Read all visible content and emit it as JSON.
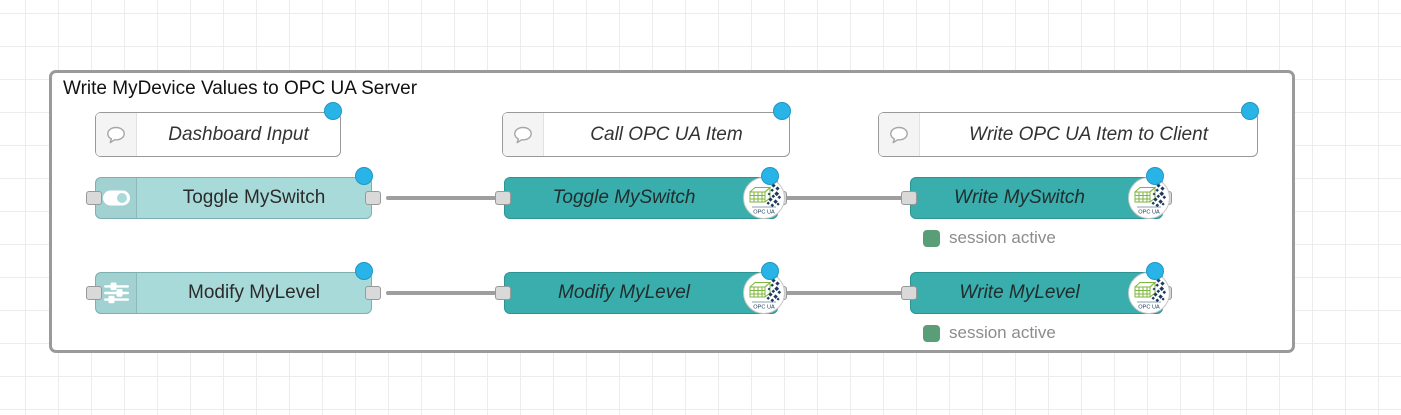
{
  "group": {
    "title": "Write MyDevice Values to OPC UA Server"
  },
  "comments": [
    {
      "label": "Dashboard Input"
    },
    {
      "label": "Call OPC UA Item"
    },
    {
      "label": "Write OPC UA Item to Client"
    }
  ],
  "dashboard_nodes": [
    {
      "label": "Toggle MySwitch",
      "icon": "toggle-on-icon"
    },
    {
      "label": "Modify MyLevel",
      "icon": "sliders-icon"
    }
  ],
  "call_nodes": [
    {
      "label": "Toggle MySwitch",
      "icon": "opcua-logo-icon"
    },
    {
      "label": "Modify MyLevel",
      "icon": "opcua-logo-icon"
    }
  ],
  "write_nodes": [
    {
      "label": "Write MySwitch",
      "status": "session active",
      "icon": "opcua-logo-icon"
    },
    {
      "label": "Write MyLevel",
      "status": "session active",
      "icon": "opcua-logo-icon"
    }
  ],
  "badge_label": "OPC UA",
  "colors": {
    "dashboard_node_fill": "#a9dada",
    "opcua_node_fill": "#3aadad",
    "changed_indicator": "#29b4e8",
    "status_green": "#5a9e77",
    "wire_gray": "#9e9e9e",
    "group_border": "#9a9a9a"
  }
}
